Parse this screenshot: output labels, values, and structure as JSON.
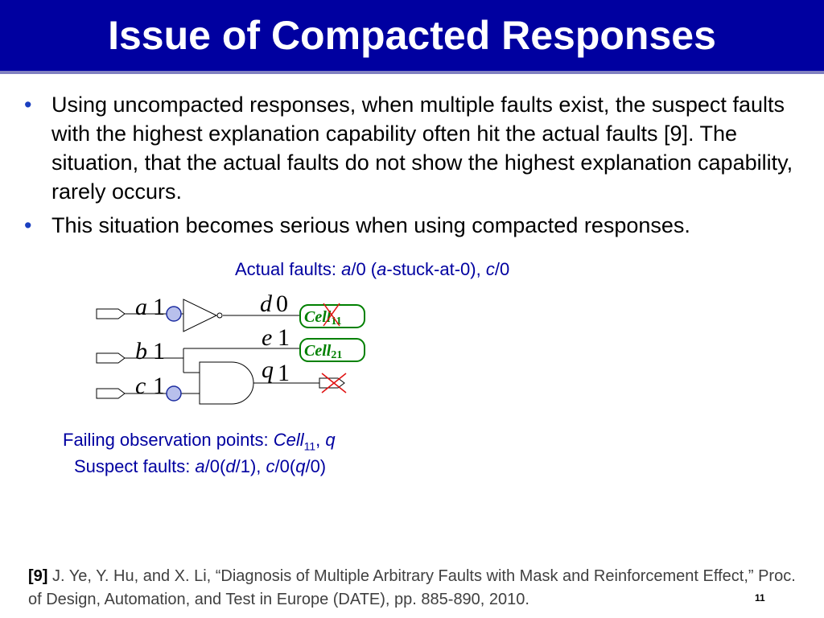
{
  "slide": {
    "title": "Issue of Compacted Responses",
    "bullets": [
      "Using uncompacted responses, when multiple faults exist, the suspect faults with the highest explanation capability often hit the actual faults [9]. The situation, that the actual faults do not show the highest explanation capability, rarely occurs.",
      "This situation becomes serious when using compacted responses."
    ],
    "bullet_symbol": "•",
    "page_number": "11"
  },
  "actual_faults": {
    "prefix": "Actual faults: ",
    "f1_sig": "a",
    "f1_rest": "/0 (",
    "f1_sig2": "a",
    "f1_desc": "-stuck-at-0), ",
    "f2_sig": "c",
    "f2_rest": "/0"
  },
  "circuit": {
    "inputs": [
      {
        "name": "a",
        "value": "1"
      },
      {
        "name": "b",
        "value": "1"
      },
      {
        "name": "c",
        "value": "1"
      }
    ],
    "signals": [
      {
        "name": "d",
        "value": "0"
      },
      {
        "name": "e",
        "value": "1"
      },
      {
        "name": "q",
        "value": "1"
      }
    ],
    "cells": [
      {
        "label": "Cell",
        "sub": "11",
        "failing": true
      },
      {
        "label": "Cell",
        "sub": "21",
        "failing": false
      }
    ],
    "q_output_failing": true,
    "colors": {
      "fault_site": "#b8c0ec",
      "fault_site_stroke": "#1c2ca0",
      "cell": "#008000",
      "cross": "#e01010"
    }
  },
  "failing_points": {
    "prefix": "Failing observation points: ",
    "cell": "Cell",
    "cell_sub": "11",
    "sep": ", ",
    "q": "q"
  },
  "suspect_faults": {
    "prefix": "Suspect faults: ",
    "s1": "a",
    "s1b": "/0(",
    "s1c": "d",
    "s1d": "/1), ",
    "s2": "c",
    "s2b": "/0(",
    "s2c": "q",
    "s2d": "/0)"
  },
  "reference": {
    "tag": "[9]",
    "text": " J. Ye, Y. Hu, and X. Li, “Diagnosis of Multiple Arbitrary Faults with Mask and Reinforcement Effect,” Proc. of Design, Automation, and Test in Europe (DATE), pp. 885-890, 2010."
  }
}
